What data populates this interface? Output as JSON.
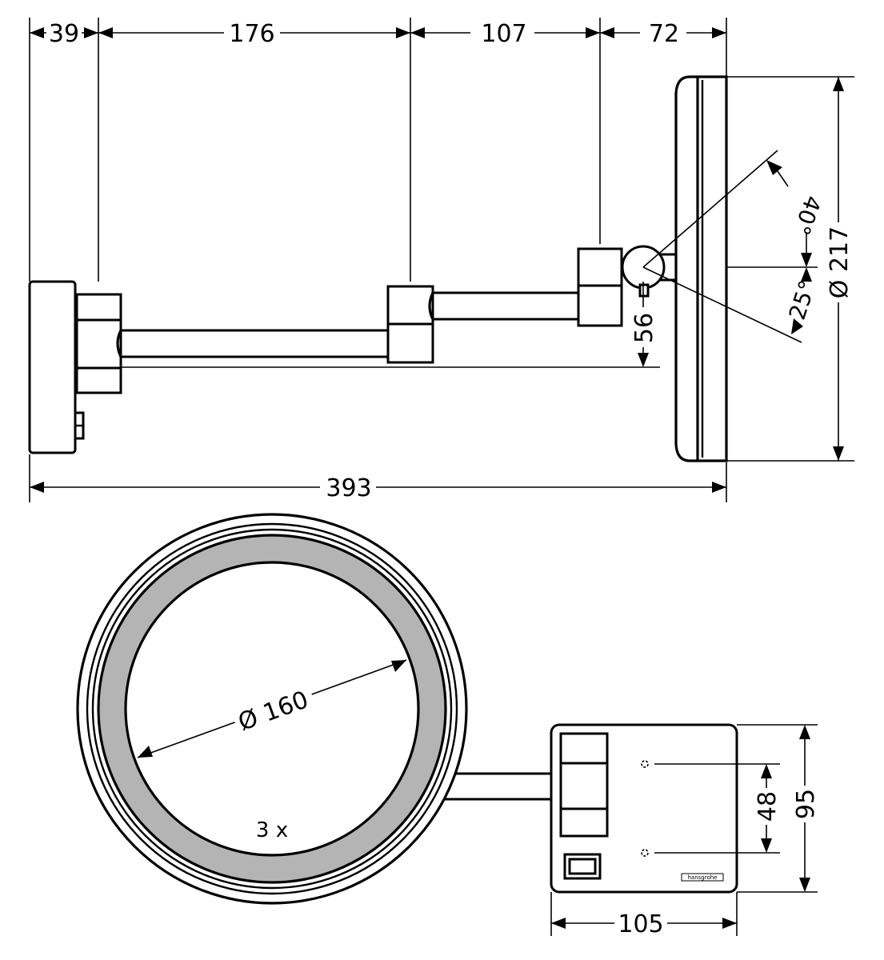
{
  "side_view": {
    "dims": {
      "wall_depth": "39",
      "arm_1": "176",
      "arm_2": "107",
      "mirror_offset": "72",
      "total_length": "393",
      "pivot_height": "56",
      "mirror_diameter": "Ø 217",
      "tilt_up": "40°",
      "tilt_down": "25°"
    }
  },
  "front_view": {
    "dims": {
      "inner_diameter": "Ø 160",
      "magnification": "3 x",
      "plate_height": "95",
      "screw_spacing": "48",
      "plate_width": "105"
    },
    "brand_label": "hansgrohe"
  },
  "colors": {
    "line": "#000000",
    "ring": "#b4b4b4",
    "background": "#ffffff"
  }
}
